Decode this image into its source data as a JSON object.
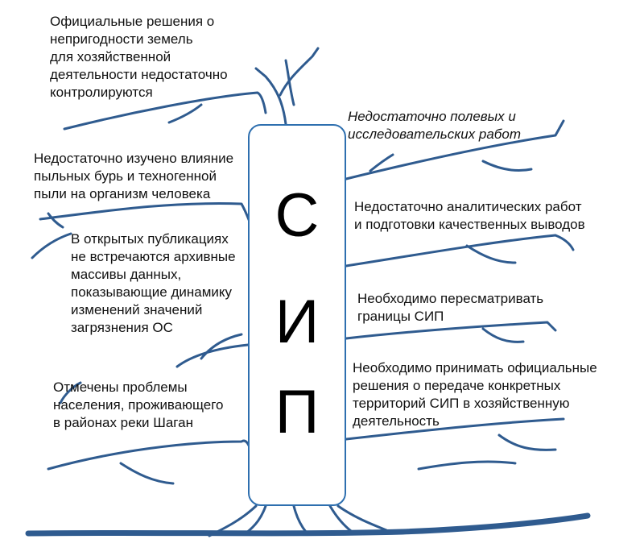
{
  "colors": {
    "line": "#2f5b8f",
    "trunk_border": "#2e6faf"
  },
  "trunk": {
    "letters": [
      "С",
      "И",
      "П"
    ]
  },
  "left_notes": [
    "Официальные решения о\nнепригодности земель\nдля хозяйственной\nдеятельности недостаточно\nконтролируются",
    "Недостаточно изучено влияние\nпыльных бурь и техногенной\nпыли на организм человека",
    "В открытых публикациях\nне встречаются архивные\nмассивы данных,\nпоказывающие динамику\nизменений значений\nзагрязнения ОС",
    "Отмечены проблемы\nнаселения, проживающего\nв районах реки Шаган"
  ],
  "right_notes": [
    "Недостаточно полевых и\nисследовательских работ",
    "Недостаточно  аналитических работ\n и подготовки качественных выводов",
    "Необходимо пересматривать\n границы СИП",
    "Необходимо принимать официальные\nрешения о передаче конкретных\nтерриторий СИП в хозяйственную\nдеятельность"
  ]
}
